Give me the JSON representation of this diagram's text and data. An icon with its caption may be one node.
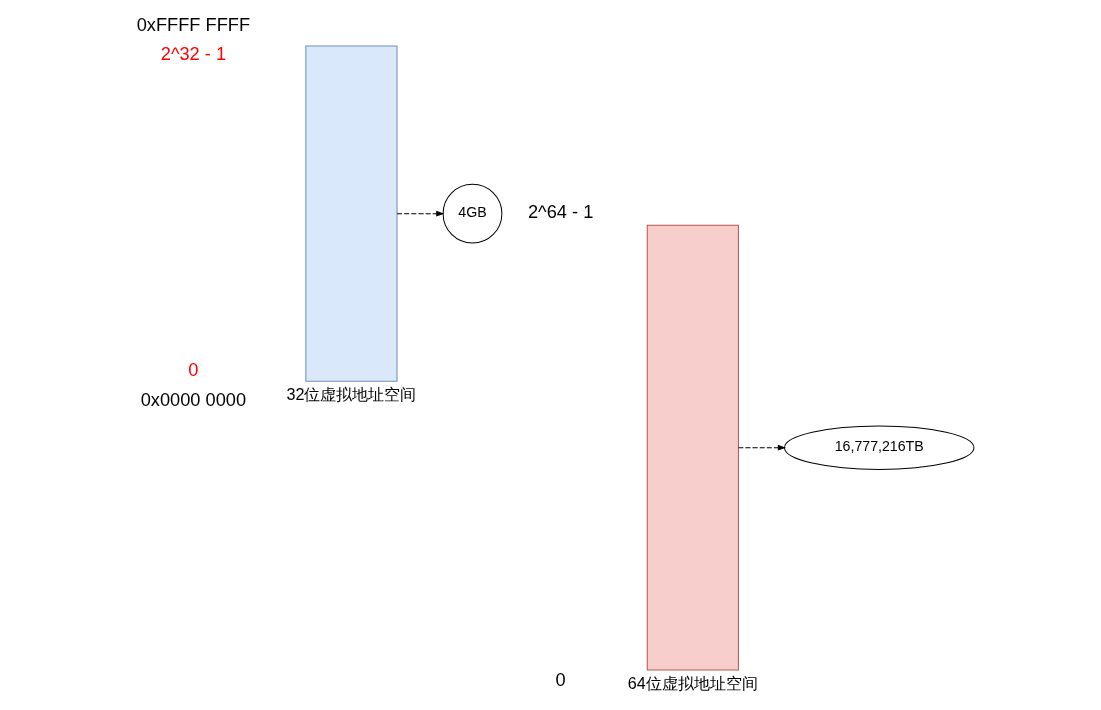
{
  "diagram": {
    "nodes": [
      {
        "text": [],
        "shape": "bar",
        "beside": [
          "32位虚拟地址空间"
        ]
      },
      {
        "text": [
          "4GB"
        ]
      },
      {
        "text": [],
        "shape": "bar",
        "beside": [
          "64位虚拟地址空间"
        ]
      },
      {
        "text": [
          "16,777,216TB"
        ]
      }
    ],
    "edges": [
      {
        "from": 0,
        "to": 1,
        "arrow": "to",
        "style": "dashed"
      },
      {
        "from": 2,
        "to": 3,
        "arrow": "to",
        "style": "dashed"
      }
    ],
    "labels": [
      "0xFFFF FFFF",
      "2^32 - 1",
      "0",
      "0x0000 0000",
      "2^64 - 1",
      "0"
    ]
  }
}
